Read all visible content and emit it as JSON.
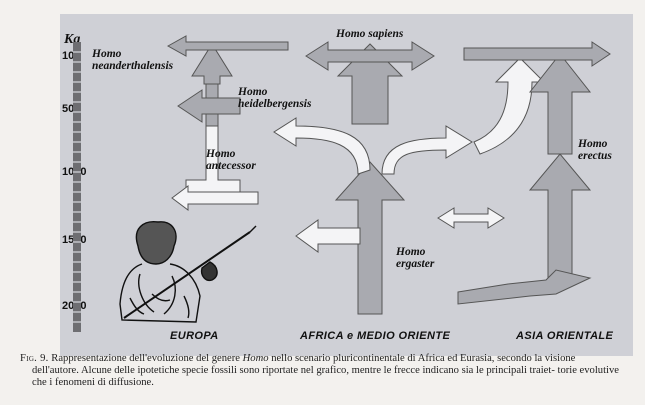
{
  "scale": {
    "unit": "Ka",
    "ticks": [
      "100",
      "500",
      "1000",
      "1500",
      "2000"
    ]
  },
  "species": {
    "neanderthalensis": {
      "line1": "Homo",
      "line2": "neanderthalensis"
    },
    "heidelbergensis": {
      "line1": "Homo",
      "line2": "heidelbergensis"
    },
    "antecessor": {
      "line1": "Homo",
      "line2": "antecessor"
    },
    "sapiens": {
      "text": "Homo sapiens"
    },
    "ergaster": {
      "line1": "Homo",
      "line2": "ergaster"
    },
    "erectus": {
      "line1": "Homo",
      "line2": "erectus"
    }
  },
  "regions": {
    "europa": "EUROPA",
    "africa": "AFRICA e MEDIO ORIENTE",
    "asia": "ASIA ORIENTALE"
  },
  "caption": {
    "label": "Fig. 9.",
    "part1": "Rappresentazione dell'evoluzione del genere",
    "genus": "Homo",
    "part2": "nello scenario pluricontinentale di Africa ed Eurasia, secondo la visione",
    "rest": "dell'autore. Alcune delle ipotetiche specie fossili sono riportate nel grafico, mentre le frecce indicano sia le principali traiet- torie evolutive che i fenomeni di diffusione."
  },
  "colors": {
    "background": "#cfd0d6",
    "arrow_fill": "#a9aab0",
    "arrow_light": "#f4f4f6",
    "scale_bar": "#6e6e72"
  }
}
